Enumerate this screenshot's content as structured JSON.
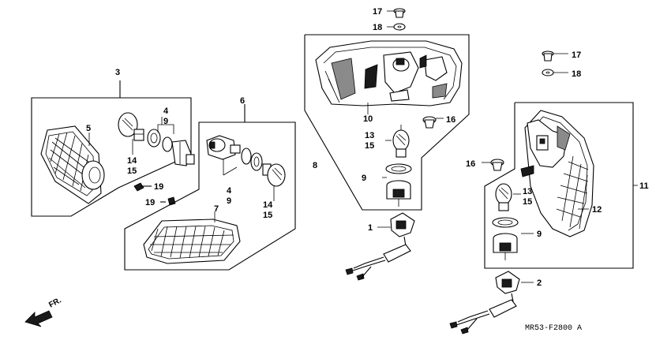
{
  "diagram_code": "MR53-F2800 A",
  "direction_marker": "FR.",
  "callouts": {
    "c1": "1",
    "c2": "2",
    "c3": "3",
    "c4a": "4",
    "c9a": "9",
    "c5": "5",
    "c14a": "14",
    "c15a": "15",
    "c19a": "19",
    "c19b": "19",
    "c6": "6",
    "c4b": "4",
    "c9b": "9",
    "c14b": "14",
    "c15b": "15",
    "c7": "7",
    "c17a": "17",
    "c18a": "18",
    "c10": "10",
    "c16a": "16",
    "c8": "8",
    "c13a": "13",
    "c15c": "15",
    "c9c": "9",
    "c17b": "17",
    "c18b": "18",
    "c16b": "16",
    "c11": "11",
    "c12": "12",
    "c13b": "13",
    "c15d": "15",
    "c9d": "9"
  }
}
